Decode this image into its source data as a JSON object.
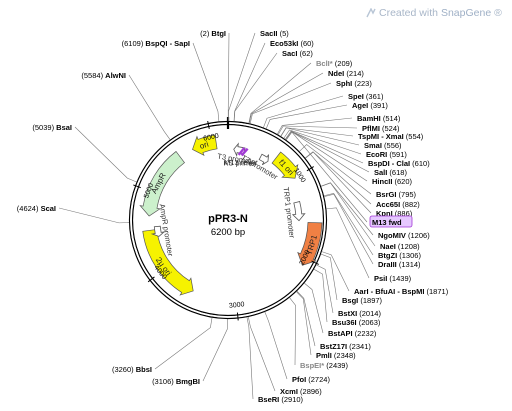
{
  "watermark": {
    "prefix": "Created with ",
    "brand": "SnapGene",
    "reg": "®"
  },
  "plasmid": {
    "name": "pPR3-N",
    "size_label": "6200 bp",
    "total_bp": 6200
  },
  "ticks": [
    {
      "label": "1000",
      "bp": 1000
    },
    {
      "label": "2000",
      "bp": 2000
    },
    {
      "label": "3000",
      "bp": 3000
    },
    {
      "label": "4000",
      "bp": 4000
    },
    {
      "label": "5000",
      "bp": 5000
    },
    {
      "label": "6000",
      "bp": 6000
    }
  ],
  "features": [
    {
      "name": "ori",
      "start": 5740,
      "end": 6050,
      "color": "#f6f200",
      "dir": -1,
      "ring": "inner"
    },
    {
      "name": "AmpR",
      "start": 4700,
      "end": 5560,
      "color": "#ccf0cc",
      "dir": -1,
      "ring": "inner"
    },
    {
      "name": "2µ ori",
      "start": 3550,
      "end": 4520,
      "color": "#f6f200",
      "dir": -1,
      "ring": "inner"
    },
    {
      "name": "f1 ori",
      "start": 650,
      "end": 1000,
      "color": "#f6f200",
      "dir": 1,
      "ring": "inner"
    },
    {
      "name": "TRP1",
      "start": 1580,
      "end": 2090,
      "color": "#f08044",
      "dir": 1,
      "ring": "outer"
    }
  ],
  "promoters": [
    {
      "name": "T3 promoter",
      "start": 80,
      "end": 230,
      "dir": -1
    },
    {
      "name": "T7 promoter",
      "start": 470,
      "end": 590,
      "dir": 1
    },
    {
      "name": "AmpR promoter",
      "start": 4420,
      "end": 4560,
      "dir": -1
    },
    {
      "name": "TRP1 promoter",
      "start": 1300,
      "end": 1560,
      "dir": 1
    }
  ],
  "primers": [
    {
      "name": "M13 rev",
      "bp": 160
    },
    {
      "name": "KS primer",
      "bp": 205
    },
    {
      "name": "M13 fwd",
      "bp": 610
    }
  ],
  "sites_right": [
    {
      "name": "SacII",
      "pos": "(5)",
      "bp": 5
    },
    {
      "name": "Eco53kI",
      "pos": "(60)",
      "bp": 60
    },
    {
      "name": "SacI",
      "pos": "(62)",
      "bp": 62
    },
    {
      "name": "BclI*",
      "pos": "(209)",
      "bp": 209,
      "gray": true
    },
    {
      "name": "NdeI",
      "pos": "(214)",
      "bp": 214
    },
    {
      "name": "SphI",
      "pos": "(223)",
      "bp": 223
    },
    {
      "name": "SpeI",
      "pos": "(361)",
      "bp": 361
    },
    {
      "name": "AgeI",
      "pos": "(391)",
      "bp": 391
    },
    {
      "name": "BamHI",
      "pos": "(514)",
      "bp": 514
    },
    {
      "name": "PflMI",
      "pos": "(524)",
      "bp": 524
    },
    {
      "name": "TspMI - XmaI",
      "pos": "(554)",
      "bp": 554
    },
    {
      "name": "SmaI",
      "pos": "(556)",
      "bp": 556
    },
    {
      "name": "EcoRI",
      "pos": "(591)",
      "bp": 591
    },
    {
      "name": "BspDI - ClaI",
      "pos": "(610)",
      "bp": 610
    },
    {
      "name": "SalI",
      "pos": "(618)",
      "bp": 618
    },
    {
      "name": "HincII",
      "pos": "(620)",
      "bp": 620
    },
    {
      "name": "BsrGI",
      "pos": "(795)",
      "bp": 795
    },
    {
      "name": "Acc65I",
      "pos": "(882)",
      "bp": 882
    },
    {
      "name": "KpnI",
      "pos": "(886)",
      "bp": 886
    },
    {
      "name": "M13 fwd",
      "pos": "",
      "bp": 610,
      "primer": true
    },
    {
      "name": "NgoMIV",
      "pos": "(1206)",
      "bp": 1206
    },
    {
      "name": "NaeI",
      "pos": "(1208)",
      "bp": 1208
    },
    {
      "name": "BtgZI",
      "pos": "(1306)",
      "bp": 1306
    },
    {
      "name": "DraIII",
      "pos": "(1314)",
      "bp": 1314
    },
    {
      "name": "PsiI",
      "pos": "(1439)",
      "bp": 1439
    },
    {
      "name": "AarI - BfuAI - BspMI",
      "pos": "(1871)",
      "bp": 1871
    },
    {
      "name": "BsgI",
      "pos": "(1897)",
      "bp": 1897
    },
    {
      "name": "BstXI",
      "pos": "(2014)",
      "bp": 2014
    },
    {
      "name": "Bsu36I",
      "pos": "(2063)",
      "bp": 2063
    },
    {
      "name": "BstAPI",
      "pos": "(2232)",
      "bp": 2232
    },
    {
      "name": "BstZ17I",
      "pos": "(2341)",
      "bp": 2341
    },
    {
      "name": "PmlI",
      "pos": "(2348)",
      "bp": 2348
    },
    {
      "name": "BspEI*",
      "pos": "(2439)",
      "bp": 2439,
      "gray": true
    },
    {
      "name": "PfoI",
      "pos": "(2724)",
      "bp": 2724
    },
    {
      "name": "XcmI",
      "pos": "(2896)",
      "bp": 2896
    },
    {
      "name": "BseRI",
      "pos": "(2910)",
      "bp": 2910
    }
  ],
  "sites_left": [
    {
      "name": "BtgI",
      "pos": "(2)",
      "bp": 2
    },
    {
      "name": "BspQI - SapI",
      "pos": "(6109)",
      "bp": 6109
    },
    {
      "name": "AlwNI",
      "pos": "(5584)",
      "bp": 5584
    },
    {
      "name": "BsaI",
      "pos": "(5039)",
      "bp": 5039
    },
    {
      "name": "ScaI",
      "pos": "(4624)",
      "bp": 4624
    },
    {
      "name": "BbsI",
      "pos": "(3260)",
      "bp": 3260
    },
    {
      "name": "BmgBI",
      "pos": "(3106)",
      "bp": 3106
    }
  ]
}
